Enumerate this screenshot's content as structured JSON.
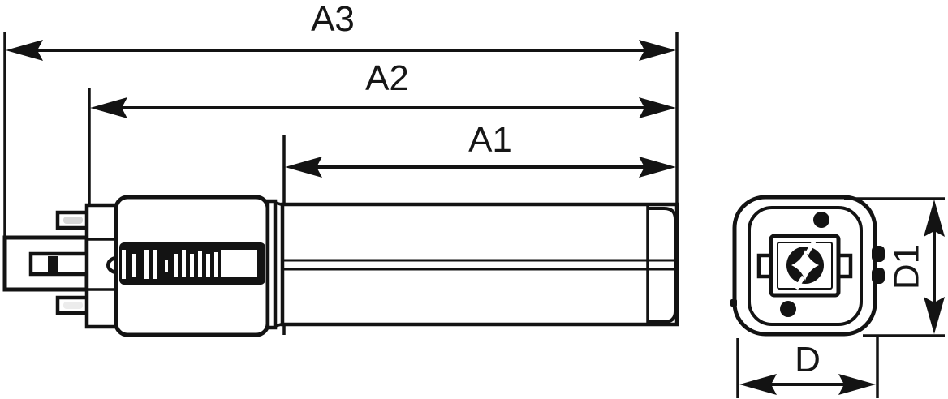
{
  "diagram": {
    "title": "lamp-dimension-drawing",
    "line_color": "#131313",
    "background": "#ffffff",
    "dimensions": {
      "a3": {
        "label": "A3"
      },
      "a2": {
        "label": "A2"
      },
      "a1": {
        "label": "A1"
      },
      "d1": {
        "label": "D1"
      },
      "d": {
        "label": "D"
      }
    }
  }
}
